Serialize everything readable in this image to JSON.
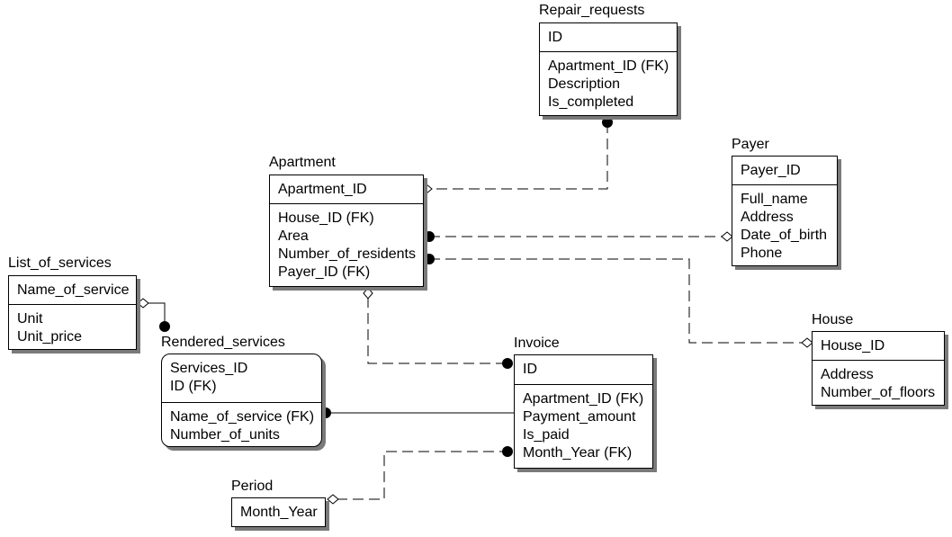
{
  "entities": {
    "repair_requests": {
      "title": "Repair_requests",
      "keys": [
        "ID"
      ],
      "attrs": [
        "Apartment_ID (FK)",
        "Description",
        "Is_completed"
      ]
    },
    "apartment": {
      "title": "Apartment",
      "keys": [
        "Apartment_ID"
      ],
      "attrs": [
        "House_ID (FK)",
        "Area",
        "Number_of_residents",
        "Payer_ID (FK)"
      ]
    },
    "payer": {
      "title": "Payer",
      "keys": [
        "Payer_ID"
      ],
      "attrs": [
        "Full_name",
        "Address",
        "Date_of_birth",
        "Phone"
      ]
    },
    "list_of_services": {
      "title": "List_of_services",
      "keys": [
        "Name_of_service"
      ],
      "attrs": [
        "Unit",
        "Unit_price"
      ]
    },
    "rendered_services": {
      "title": "Rendered_services",
      "keys": [
        "Services_ID",
        "ID (FK)"
      ],
      "attrs": [
        "Name_of_service (FK)",
        "Number_of_units"
      ]
    },
    "invoice": {
      "title": "Invoice",
      "keys": [
        "ID"
      ],
      "attrs": [
        "Apartment_ID (FK)",
        "Payment_amount",
        "Is_paid",
        "Month_Year (FK)"
      ]
    },
    "house": {
      "title": "House",
      "keys": [
        "House_ID"
      ],
      "attrs": [
        "Address",
        "Number_of_floors"
      ]
    },
    "period": {
      "title": "Period",
      "keys": [
        "Month_Year"
      ],
      "attrs": []
    }
  },
  "relationships": [
    {
      "name": "repair-requests-to-apartment",
      "parent_end": "diamond",
      "child_end": "dot",
      "style": "dashed"
    },
    {
      "name": "payer-to-apartment",
      "parent_end": "diamond",
      "child_end": "dot",
      "style": "dashed"
    },
    {
      "name": "house-to-apartment",
      "parent_end": "diamond",
      "child_end": "dot",
      "style": "dashed"
    },
    {
      "name": "apartment-to-invoice",
      "parent_end": "diamond",
      "child_end": "dot",
      "style": "dashed"
    },
    {
      "name": "list-of-services-to-rendered-services",
      "parent_end": "diamond",
      "child_end": "dot",
      "style": "solid"
    },
    {
      "name": "invoice-to-rendered-services",
      "parent_end": "none",
      "child_end": "dot",
      "style": "solid"
    },
    {
      "name": "period-to-invoice",
      "parent_end": "diamond",
      "child_end": "dot",
      "style": "dashed"
    }
  ]
}
